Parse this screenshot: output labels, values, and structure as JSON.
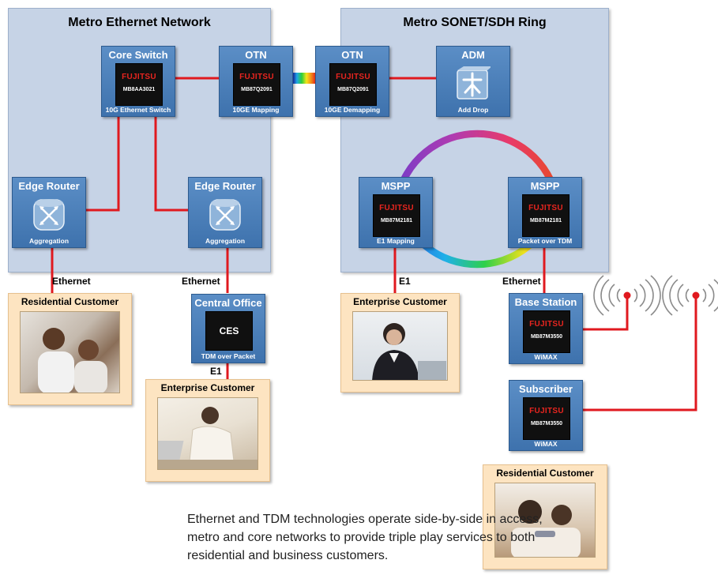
{
  "regions": {
    "ethernet": {
      "title": "Metro Ethernet Network"
    },
    "sonet": {
      "title": "Metro SONET/SDH Ring"
    }
  },
  "nodes": {
    "core_switch": {
      "title": "Core Switch",
      "chip_logo": "FUJITSU",
      "chip_model": "MB8AA3021",
      "subtitle": "10G Ethernet Switch"
    },
    "otn_left": {
      "title": "OTN",
      "chip_logo": "FUJITSU",
      "chip_model": "MB87Q2091",
      "subtitle": "10GE Mapping"
    },
    "otn_right": {
      "title": "OTN",
      "chip_logo": "FUJITSU",
      "chip_model": "MB87Q2091",
      "subtitle": "10GE Demapping"
    },
    "adm": {
      "title": "ADM",
      "subtitle": "Add Drop",
      "icon": "add-drop-multiplexer-icon"
    },
    "edge_router_left": {
      "title": "Edge Router",
      "subtitle": "Aggregation",
      "icon": "router-icon"
    },
    "edge_router_right": {
      "title": "Edge Router",
      "subtitle": "Aggregation",
      "icon": "router-icon"
    },
    "mspp_left": {
      "title": "MSPP",
      "chip_logo": "FUJITSU",
      "chip_model": "MB87M2181",
      "subtitle": "E1 Mapping"
    },
    "mspp_right": {
      "title": "MSPP",
      "chip_logo": "FUJITSU",
      "chip_model": "MB87M2181",
      "subtitle": "Packet over TDM"
    },
    "central_office": {
      "title": "Central Office",
      "chip_label": "CES",
      "subtitle": "TDM over Packet"
    },
    "base_station": {
      "title": "Base Station",
      "chip_logo": "FUJITSU",
      "chip_model": "MB87M3550",
      "subtitle": "WiMAX"
    },
    "subscriber": {
      "title": "Subscriber",
      "chip_logo": "FUJITSU",
      "chip_model": "MB87M3550",
      "subtitle": "WiMAX"
    }
  },
  "customers": {
    "residential_left": {
      "title": "Residential Customer"
    },
    "enterprise_center": {
      "title": "Enterprise Customer"
    },
    "enterprise_right": {
      "title": "Enterprise Customer"
    },
    "residential_right": {
      "title": "Residential Customer"
    }
  },
  "links": {
    "ethernet_1": "Ethernet",
    "ethernet_2": "Ethernet",
    "e1_1": "E1",
    "e1_2": "E1",
    "ethernet_3": "Ethernet"
  },
  "caption": "Ethernet and TDM technologies operate side-by-side in access, metro and core networks to provide triple play services to both residential and business customers.",
  "colors": {
    "region_fill": "#c6d3e6",
    "node_fill": "#4a80bb",
    "customer_fill": "#fde4c1",
    "link_red": "#e0191f",
    "chip_black": "#101010"
  }
}
